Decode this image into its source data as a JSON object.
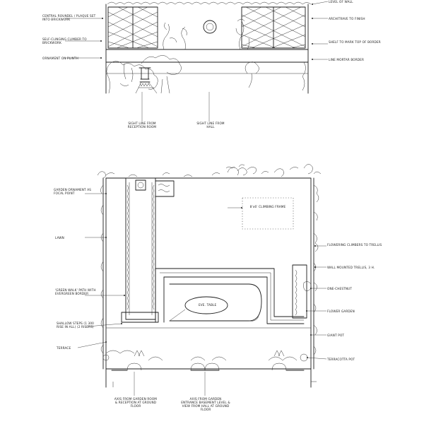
{
  "elevation": {
    "annotations": {
      "level_of_wall": "LEVEL OF WALL",
      "central_relief": "CENTRAL ROUNDEL / PLAQUE SET INTO BRICKWORK",
      "architrave": "ARCHITRAVE TO FINISH",
      "self_climbing": "SELF-CLINGING CLIMBER TO BRICKWORK",
      "shelf": "SHELF TO MARK TOP OF BORDER",
      "ornament_plinth": "ORNAMENT ON PLINTH",
      "line_mortar": "LINE MORTAR BORDER",
      "sight_reception": "SIGHT LINE FROM RECEPTION ROOM",
      "sight_hall": "SIGHT LINE FROM HALL"
    }
  },
  "plan": {
    "annotations": {
      "garden_ornament": "GARDEN ORNAMENT AS FOCAL POINT",
      "climbing_frame": "8'x6' CLIMBING FRAME",
      "lawn": "LAWN",
      "flowering_climbers": "FLOWERING CLIMBERS TO TRELLIS",
      "wall_trellis": "WALL MOUNTED TRELLIS, 3 H.",
      "green_walk": "'GREEN WALK' PATH WITH EVERGREEN BORDER",
      "dining_table": "EVE. TABLE",
      "specimen": "ONE-CHESTNUT",
      "flower_garden": "FLOWER GARDEN",
      "shallow_steps": "SHALLOW STEPS (1 300 RISE IN ALL) (2 RISERS)",
      "giant_pot": "GIANT POT",
      "terrace": "TERRACE",
      "terracotta_pot": "TERRACOTTA POT",
      "axis_reception": "AXIS FROM GARDEN ROOM & RECEPTION AT GROUND FLOOR",
      "axis_entrance": "AXIS FROM GARDEN ENTRANCE BASEMENT LEVEL & VIEW FROM HALL AT GROUND FLOOR"
    }
  }
}
